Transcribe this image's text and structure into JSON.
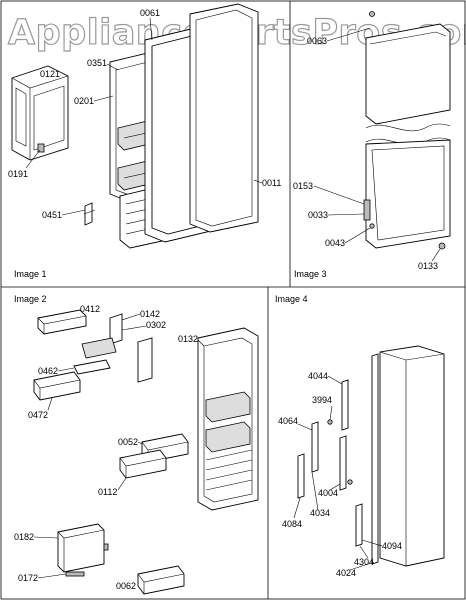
{
  "watermark": "AppliancePartsPros.com",
  "panels": [
    {
      "id": "image1",
      "title": "Image 1"
    },
    {
      "id": "image2",
      "title": "Image 2"
    },
    {
      "id": "image3",
      "title": "Image 3"
    },
    {
      "id": "image4",
      "title": "Image 4"
    }
  ],
  "callouts": {
    "image1": [
      "0061",
      "0351",
      "0121",
      "0201",
      "0191",
      "0451",
      "0011"
    ],
    "image3": [
      "0063",
      "0153",
      "0033",
      "0043",
      "0133"
    ],
    "image2": [
      "0412",
      "0142",
      "0302",
      "0132",
      "0462",
      "0472",
      "0052",
      "0112",
      "0182",
      "0172",
      "0062"
    ],
    "image4": [
      "4044",
      "3994",
      "4064",
      "4004",
      "4084",
      "4034",
      "4094",
      "4304",
      "4024"
    ]
  }
}
